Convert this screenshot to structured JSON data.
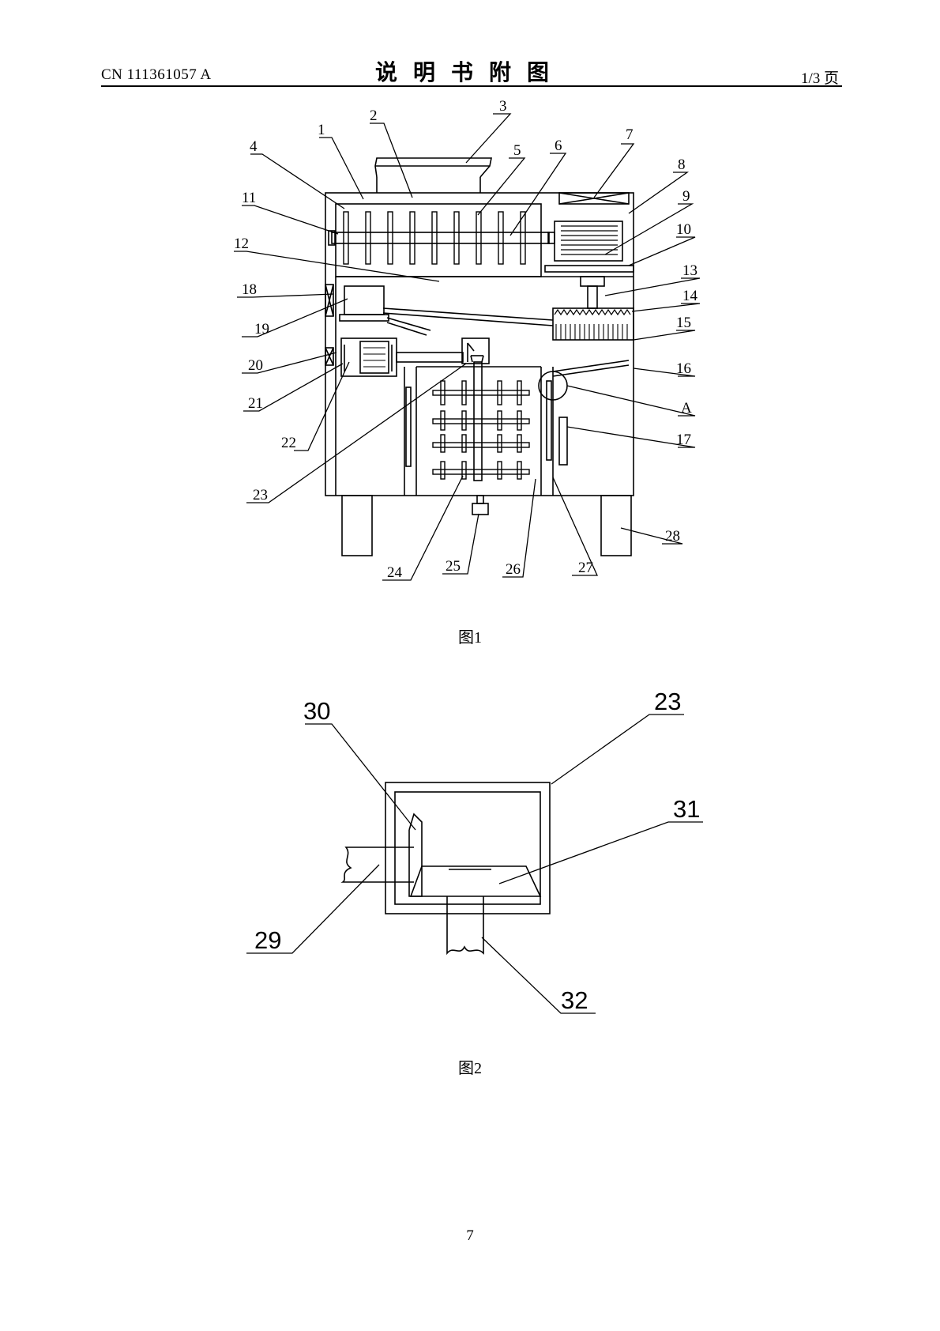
{
  "header": {
    "doc_number": "CN 111361057 A",
    "section_title": "说明书附图",
    "page_info": "1/3 页"
  },
  "figures": [
    {
      "caption": "图1",
      "labels": [
        "1",
        "2",
        "3",
        "4",
        "5",
        "6",
        "7",
        "8",
        "9",
        "10",
        "11",
        "12",
        "13",
        "14",
        "15",
        "16",
        "A",
        "17",
        "18",
        "19",
        "20",
        "21",
        "22",
        "23",
        "24",
        "25",
        "26",
        "27",
        "28"
      ]
    },
    {
      "caption": "图2",
      "labels": [
        "30",
        "23",
        "31",
        "29",
        "32"
      ]
    }
  ],
  "footer": {
    "page_number": "7"
  }
}
